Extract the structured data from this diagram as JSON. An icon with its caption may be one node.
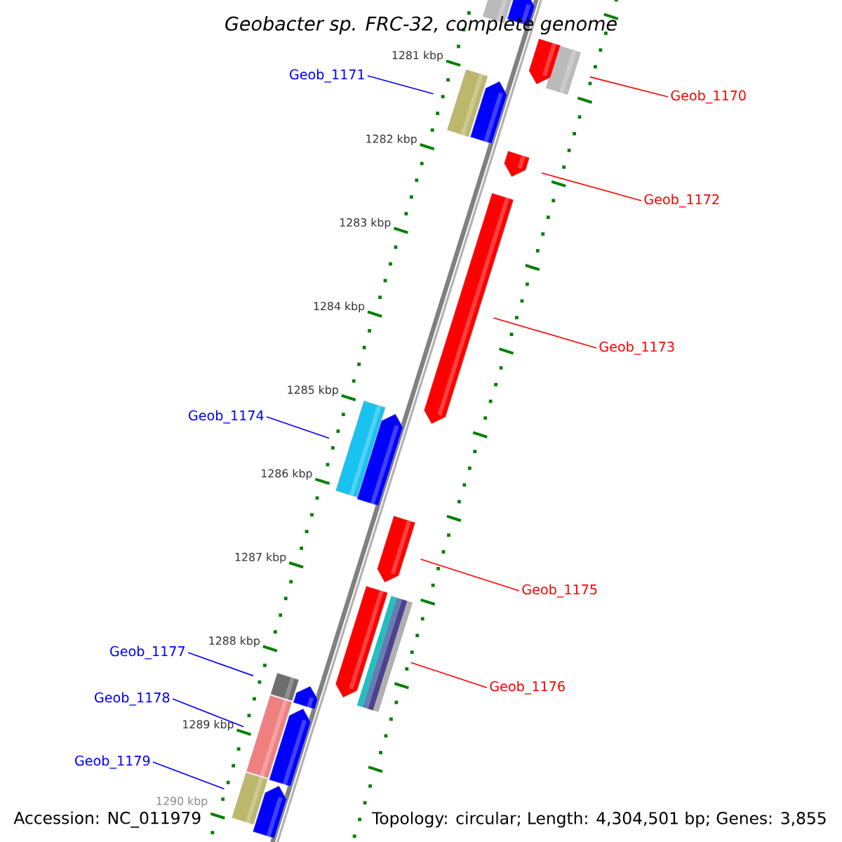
{
  "diagram": {
    "title": "Geobacter sp. FRC-32, complete genome",
    "nodes": [
      {
        "text": [
          "Geob_1171"
        ]
      },
      {
        "text": [],
        "shape": "bar"
      },
      {
        "text": [
          "Geob_1170"
        ]
      },
      {
        "text": [],
        "shape": "bar"
      },
      {
        "text": [
          "Geob_1172"
        ]
      },
      {
        "text": [],
        "shape": "arrow"
      },
      {
        "text": [
          "Geob_1173"
        ]
      },
      {
        "text": [],
        "shape": "arrow"
      },
      {
        "text": [
          "Geob_1174"
        ]
      },
      {
        "text": [],
        "shape": "bar"
      },
      {
        "text": [
          "Geob_1175"
        ]
      },
      {
        "text": [],
        "shape": "arrow"
      },
      {
        "text": [
          "Geob_1176"
        ]
      },
      {
        "text": [],
        "shape": "bar"
      },
      {
        "text": [
          "Geob_1177"
        ]
      },
      {
        "text": [],
        "shape": "bar"
      },
      {
        "text": [
          "Geob_1178"
        ]
      },
      {
        "text": [],
        "shape": "bar"
      },
      {
        "text": [
          "Geob_1179"
        ]
      },
      {
        "text": [],
        "shape": "bar"
      },
      {
        "text": [],
        "shape": "bar"
      },
      {
        "text": [],
        "shape": "arrow"
      },
      {
        "text": [],
        "shape": "arrow"
      },
      {
        "text": [],
        "shape": "arrow"
      },
      {
        "text": [],
        "shape": "arrow"
      },
      {
        "text": [],
        "shape": "arrow"
      },
      {
        "text": [],
        "shape": "arrow"
      },
      {
        "text": [],
        "shape": "arrow"
      },
      {
        "text": [],
        "shape": "arrow"
      }
    ],
    "edges": [
      {
        "from": 0,
        "to": 1,
        "arrow": "none",
        "color": "#0000ff"
      },
      {
        "from": 2,
        "to": 3,
        "arrow": "none",
        "color": "#ff0000"
      },
      {
        "from": 4,
        "to": 5,
        "arrow": "none",
        "color": "#ff0000"
      },
      {
        "from": 6,
        "to": 7,
        "arrow": "none",
        "color": "#ff0000"
      },
      {
        "from": 8,
        "to": 9,
        "arrow": "none",
        "color": "#0000ff"
      },
      {
        "from": 10,
        "to": 11,
        "arrow": "none",
        "color": "#ff0000"
      },
      {
        "from": 12,
        "to": 13,
        "arrow": "none",
        "color": "#ff0000"
      },
      {
        "from": 14,
        "to": 15,
        "arrow": "none",
        "color": "#0000ff"
      },
      {
        "from": 16,
        "to": 17,
        "arrow": "none",
        "color": "#0000ff"
      },
      {
        "from": 18,
        "to": 19,
        "arrow": "none",
        "color": "#0000ff"
      }
    ],
    "labels": [
      "1281 kbp",
      "1282 kbp",
      "1283 kbp",
      "1284 kbp",
      "1285 kbp",
      "1286 kbp",
      "1287 kbp",
      "1288 kbp",
      "1289 kbp",
      "1290 kbp",
      "Accession: NC_011979",
      "Topology: circular; Length: 4,304,501 bp; Genes: 3,855"
    ]
  }
}
